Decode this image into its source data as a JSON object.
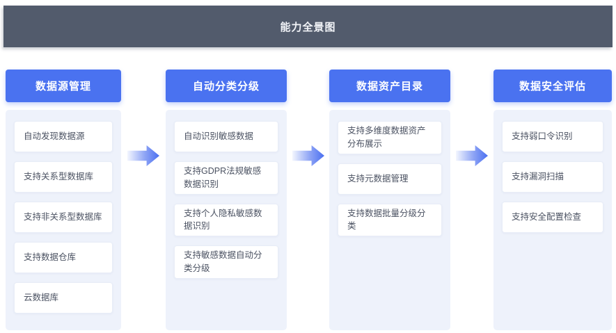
{
  "title": "能力全景图",
  "colors": {
    "banner_bg": "#525b6c",
    "header_bg": "#4a72f0",
    "panel_bg": "#eef2fb",
    "card_bg": "#ffffff",
    "card_border": "#e8edf7",
    "card_text": "#4b5262",
    "arrow_gradient_from": "#f3f6fe",
    "arrow_gradient_to": "#4a6ff0"
  },
  "columns": [
    {
      "header": "数据源管理",
      "items": [
        "自动发现数据源",
        "支持关系型数据库",
        "支持非关系型数据库",
        "支持数据仓库",
        "云数据库"
      ]
    },
    {
      "header": "自动分类分级",
      "items": [
        "自动识别敏感数据",
        "支持GDPR法规敏感数据识别",
        "支持个人隐私敏感数据识别",
        "支持敏感数据自动分类分级"
      ]
    },
    {
      "header": "数据资产目录",
      "items": [
        "支持多维度数据资产分布展示",
        "支持元数据管理",
        "支持数据批量分级分类"
      ]
    },
    {
      "header": "数据安全评估",
      "items": [
        "支持弱口令识别",
        "支持漏洞扫描",
        "支持安全配置检查"
      ]
    }
  ]
}
